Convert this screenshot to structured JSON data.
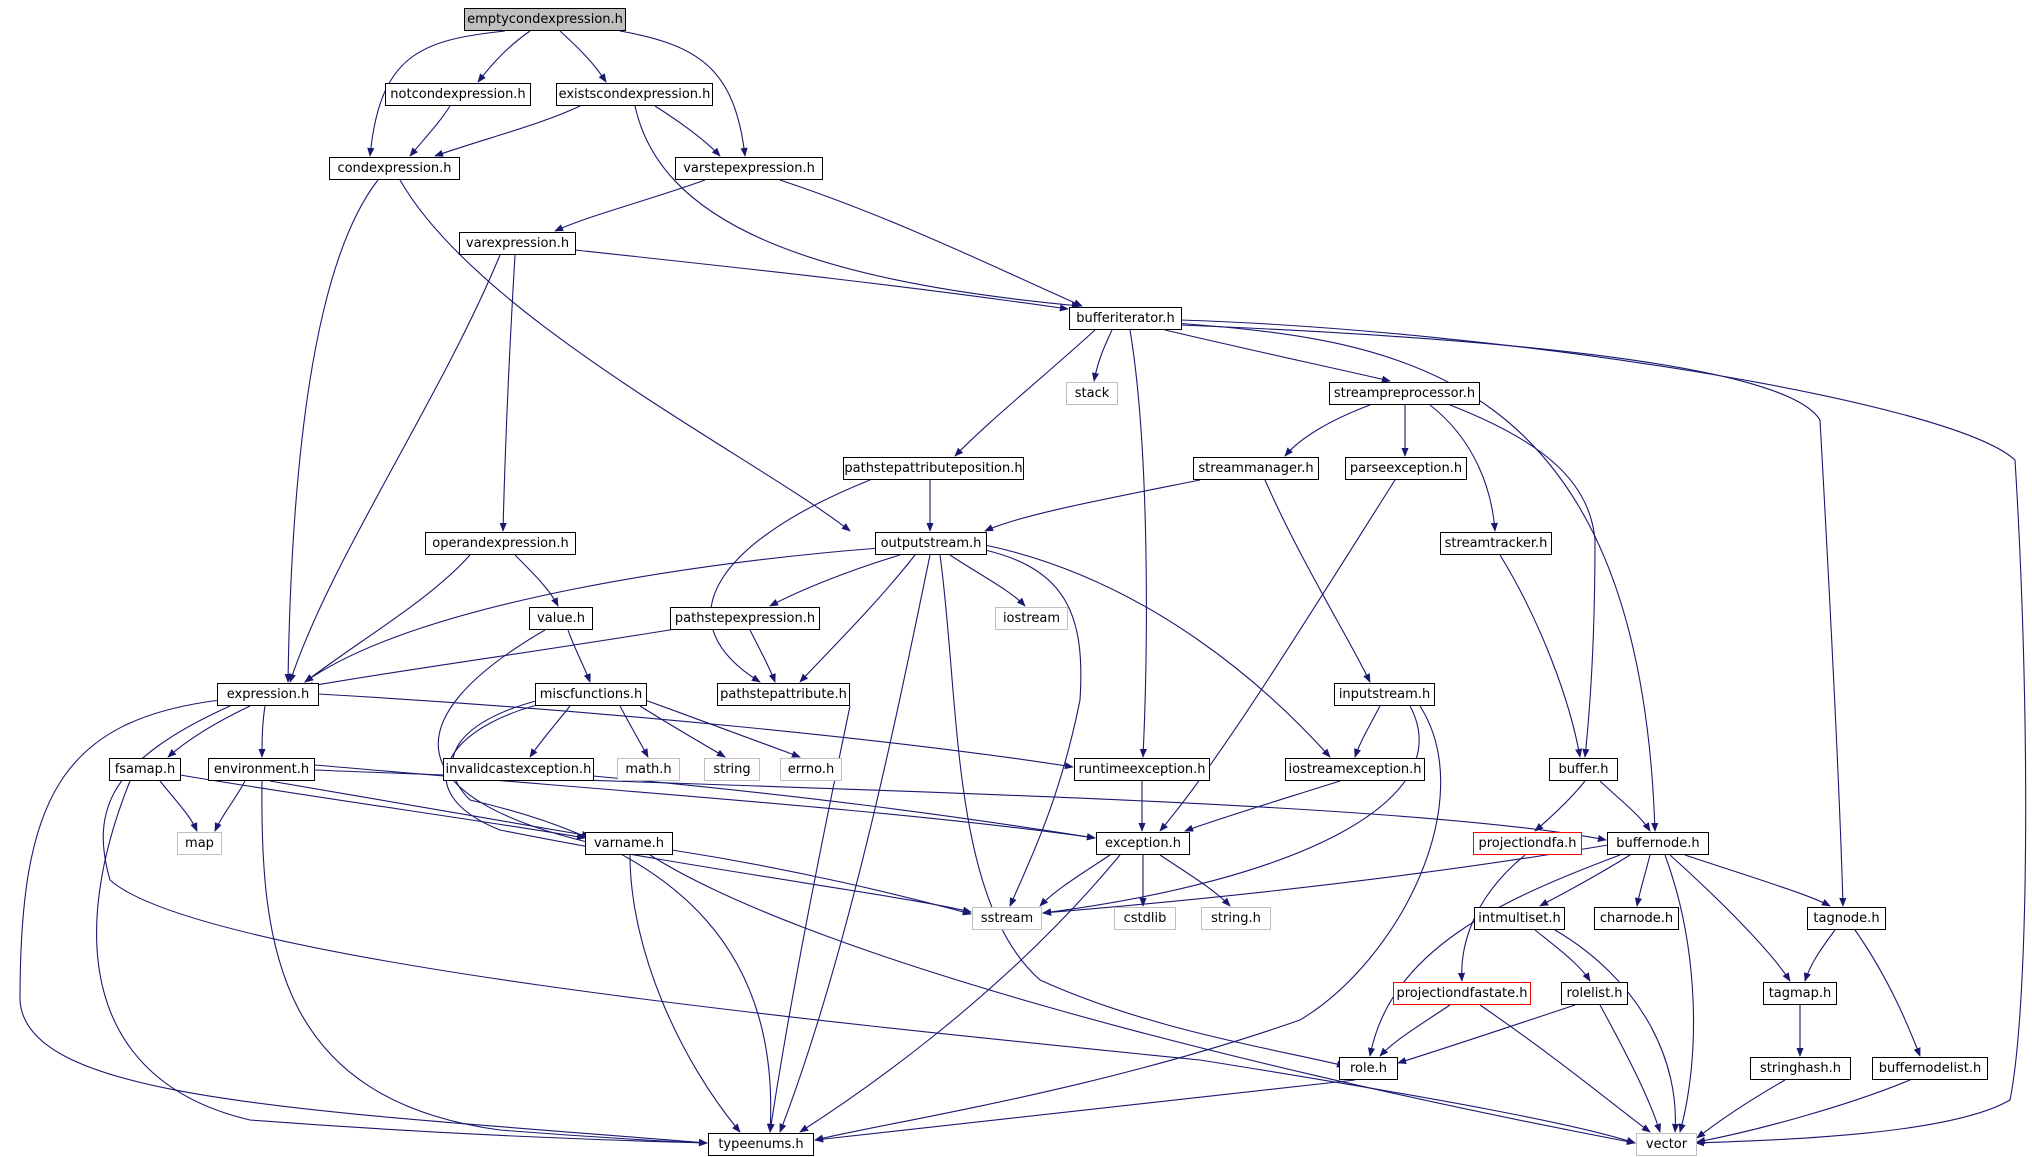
{
  "colors": {
    "edge": "#191970",
    "root_fill": "#bfbfbf",
    "external_border": "#ff0000",
    "system_border": "#bfbfbf",
    "header_border": "#000000"
  },
  "nodes": {
    "emptycondexpression": "emptycondexpression.h",
    "notcondexpression": "notcondexpression.h",
    "existscondexpression": "existscondexpression.h",
    "condexpression": "condexpression.h",
    "varstepexpression": "varstepexpression.h",
    "varexpression": "varexpression.h",
    "bufferiterator": "bufferiterator.h",
    "stack": "stack",
    "streampreprocessor": "streampreprocessor.h",
    "pathstepattributeposition": "pathstepattributeposition.h",
    "streammanager": "streammanager.h",
    "parseexception": "parseexception.h",
    "operandexpression": "operandexpression.h",
    "outputstream": "outputstream.h",
    "streamtracker": "streamtracker.h",
    "value": "value.h",
    "pathstepexpression": "pathstepexpression.h",
    "iostream": "iostream",
    "expression": "expression.h",
    "miscfunctions": "miscfunctions.h",
    "pathstepattribute": "pathstepattribute.h",
    "inputstream": "inputstream.h",
    "fsamap": "fsamap.h",
    "environment": "environment.h",
    "invalidcastexception": "invalidcastexception.h",
    "mathh": "math.h",
    "string": "string",
    "errno": "errno.h",
    "runtimeexception": "runtimeexception.h",
    "iostreamexception": "iostreamexception.h",
    "buffer": "buffer.h",
    "map": "map",
    "varname": "varname.h",
    "exception": "exception.h",
    "projectiondfa": "projectiondfa.h",
    "buffernode": "buffernode.h",
    "sstream": "sstream",
    "cstdlib": "cstdlib",
    "stringh": "string.h",
    "intmultiset": "intmultiset.h",
    "charnode": "charnode.h",
    "tagnode": "tagnode.h",
    "projectiondfastate": "projectiondfastate.h",
    "rolelist": "rolelist.h",
    "tagmap": "tagmap.h",
    "role": "role.h",
    "stringhash": "stringhash.h",
    "buffernodelist": "buffernodelist.h",
    "typeenums": "typeenums.h",
    "vector": "vector"
  }
}
